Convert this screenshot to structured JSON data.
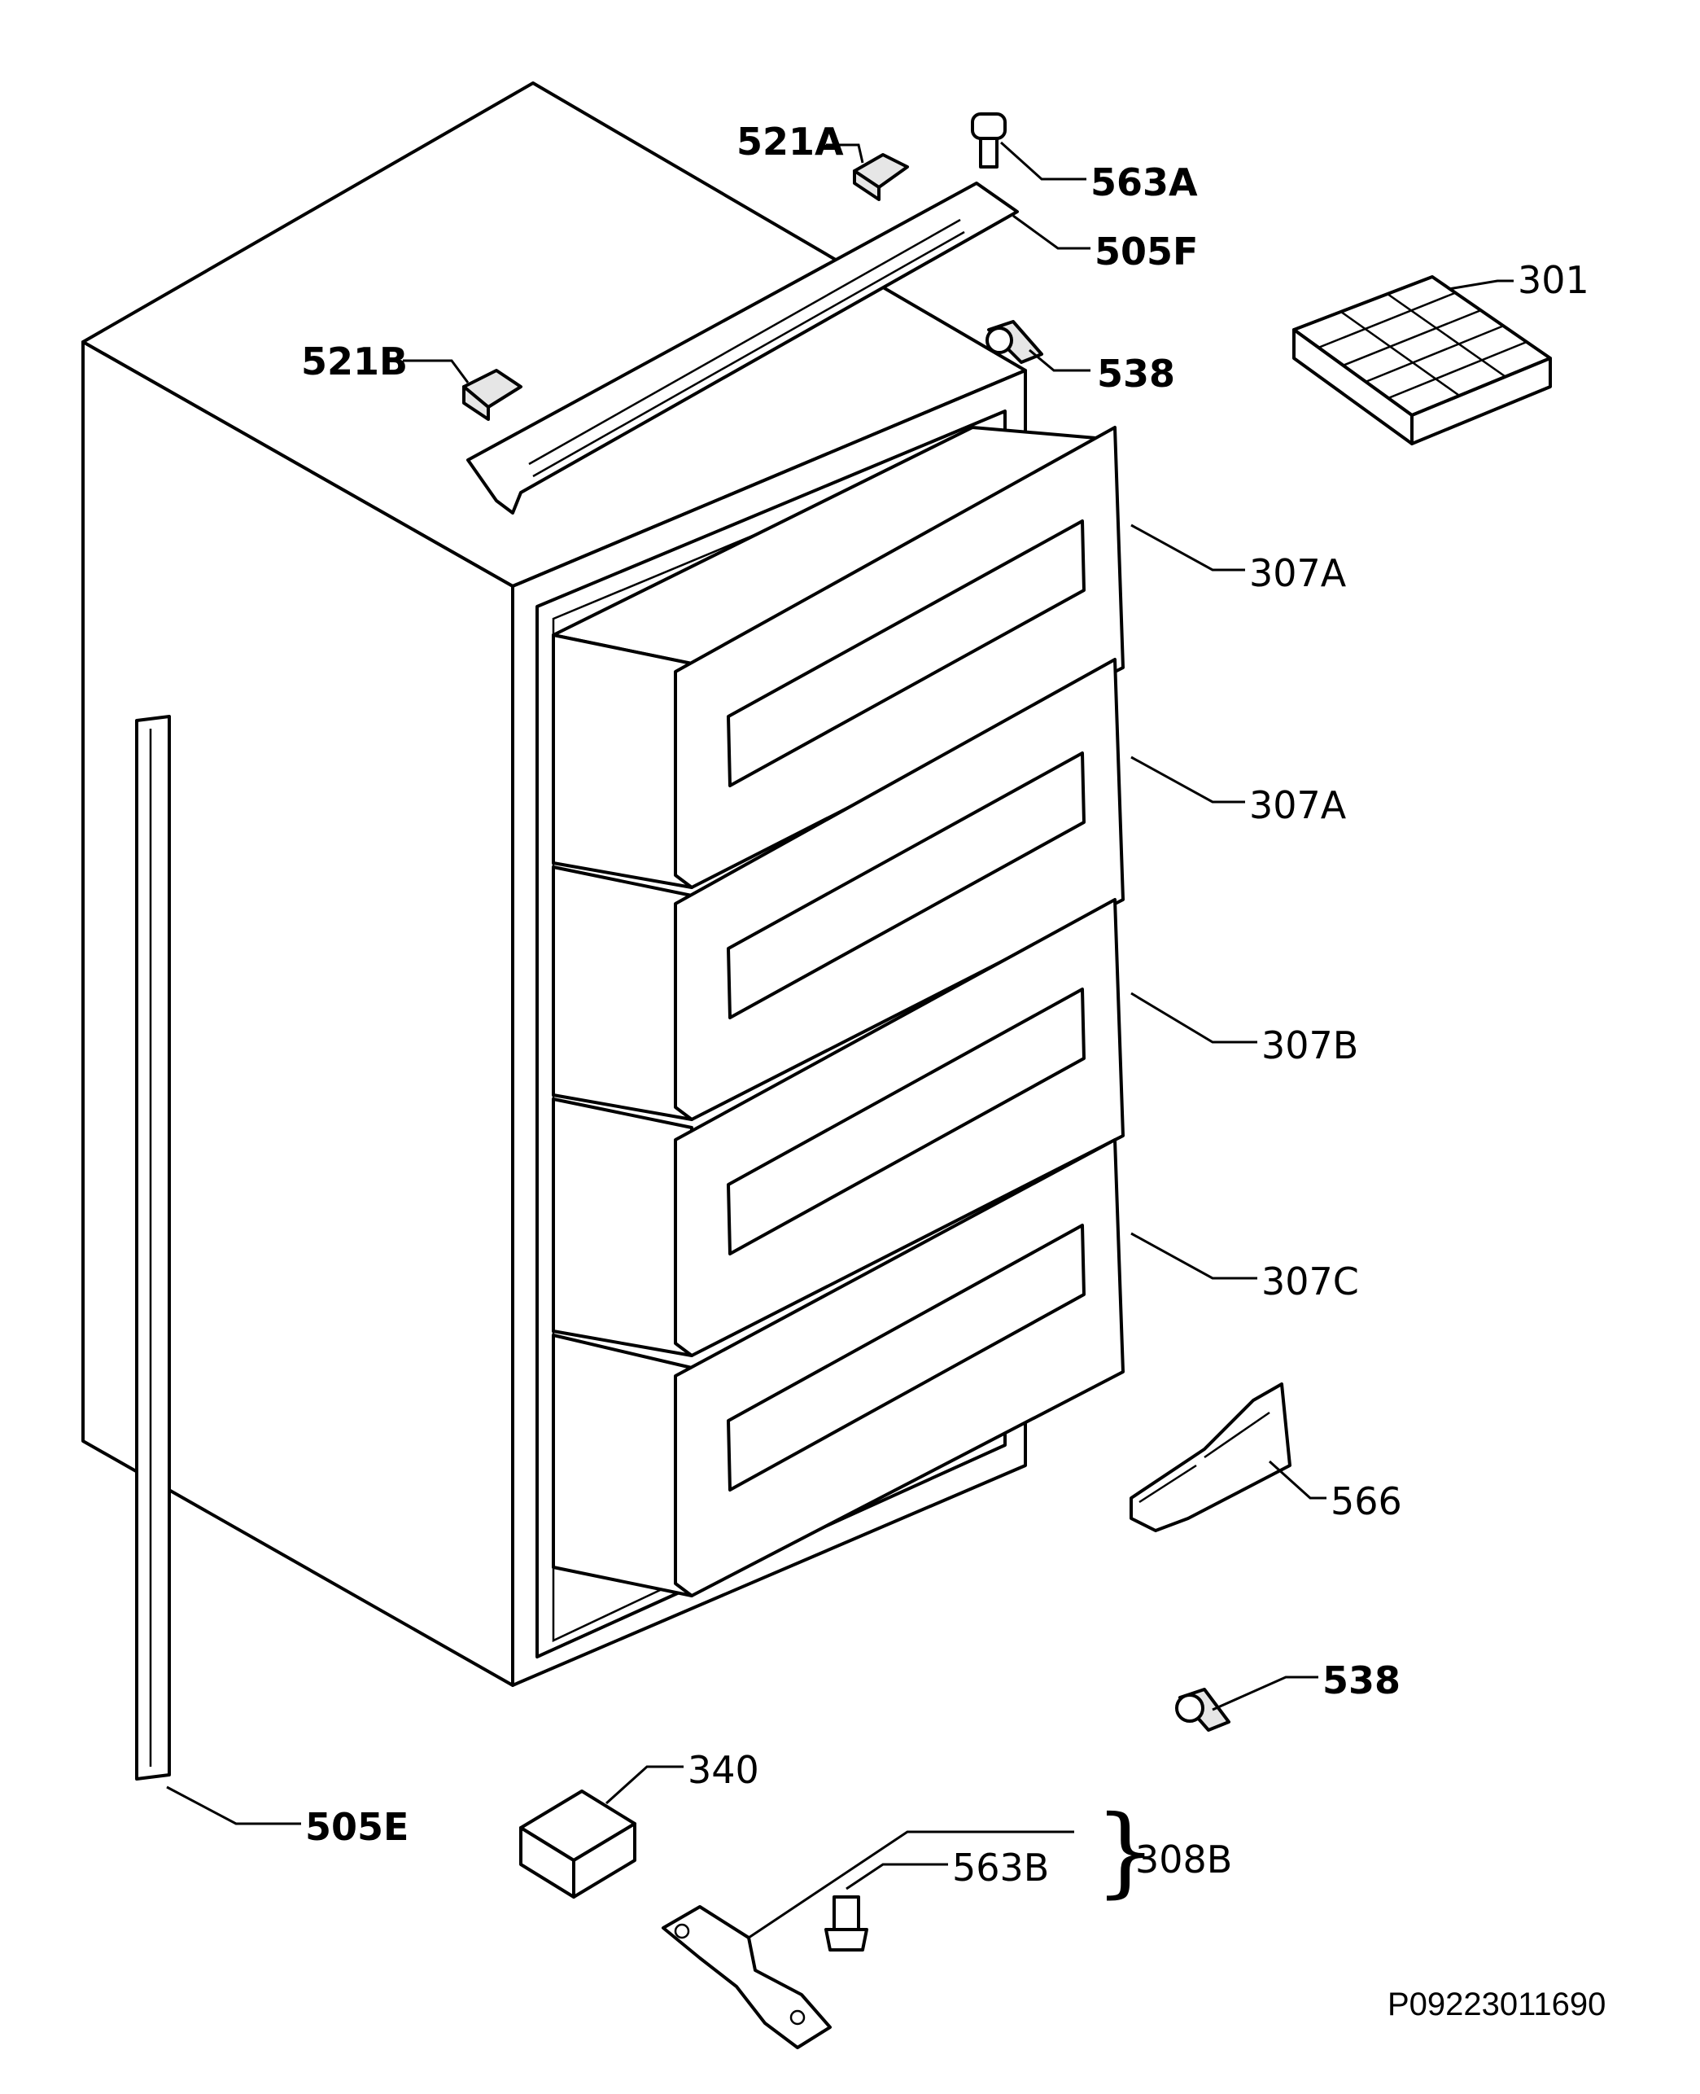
{
  "diagram": {
    "reference_code": "P09223011690",
    "labels": {
      "l_521a": "521A",
      "l_563a": "563A",
      "l_505f": "505F",
      "l_301": "301",
      "l_521b": "521B",
      "l_538_top": "538",
      "l_307a_1": "307A",
      "l_307a_2": "307A",
      "l_307b": "307B",
      "l_307c": "307C",
      "l_566": "566",
      "l_538_bottom": "538",
      "l_340": "340",
      "l_505e": "505E",
      "l_308b": "308B",
      "l_563b": "563B"
    }
  }
}
